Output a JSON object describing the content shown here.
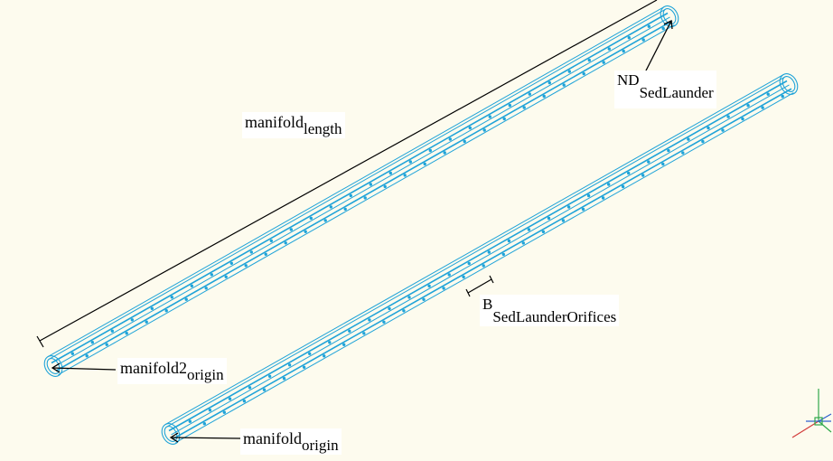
{
  "annotations": {
    "manifold_length": {
      "base": "manifold",
      "sub": "length"
    },
    "nd_sed_launder": {
      "base": "ND",
      "sub": "SedLaunder"
    },
    "b_sed_launder_orifices": {
      "base": "B",
      "sub": "SedLaunderOrifices"
    },
    "manifold2_origin": {
      "base": "manifold2",
      "sub": "origin"
    },
    "manifold_origin": {
      "base": "manifold",
      "sub": "origin"
    }
  },
  "colors": {
    "background": "#fdfbee",
    "pipe": "#1fa3d8",
    "orifice": "#1fa3d8",
    "dimension": "#000000",
    "label_bg": "#ffffff",
    "axis_x": "#d23a3a",
    "axis_y": "#2fa84a",
    "axis_z": "#2f5fd0"
  },
  "icons": {
    "ucs_axes": "ucs-axes-icon"
  }
}
